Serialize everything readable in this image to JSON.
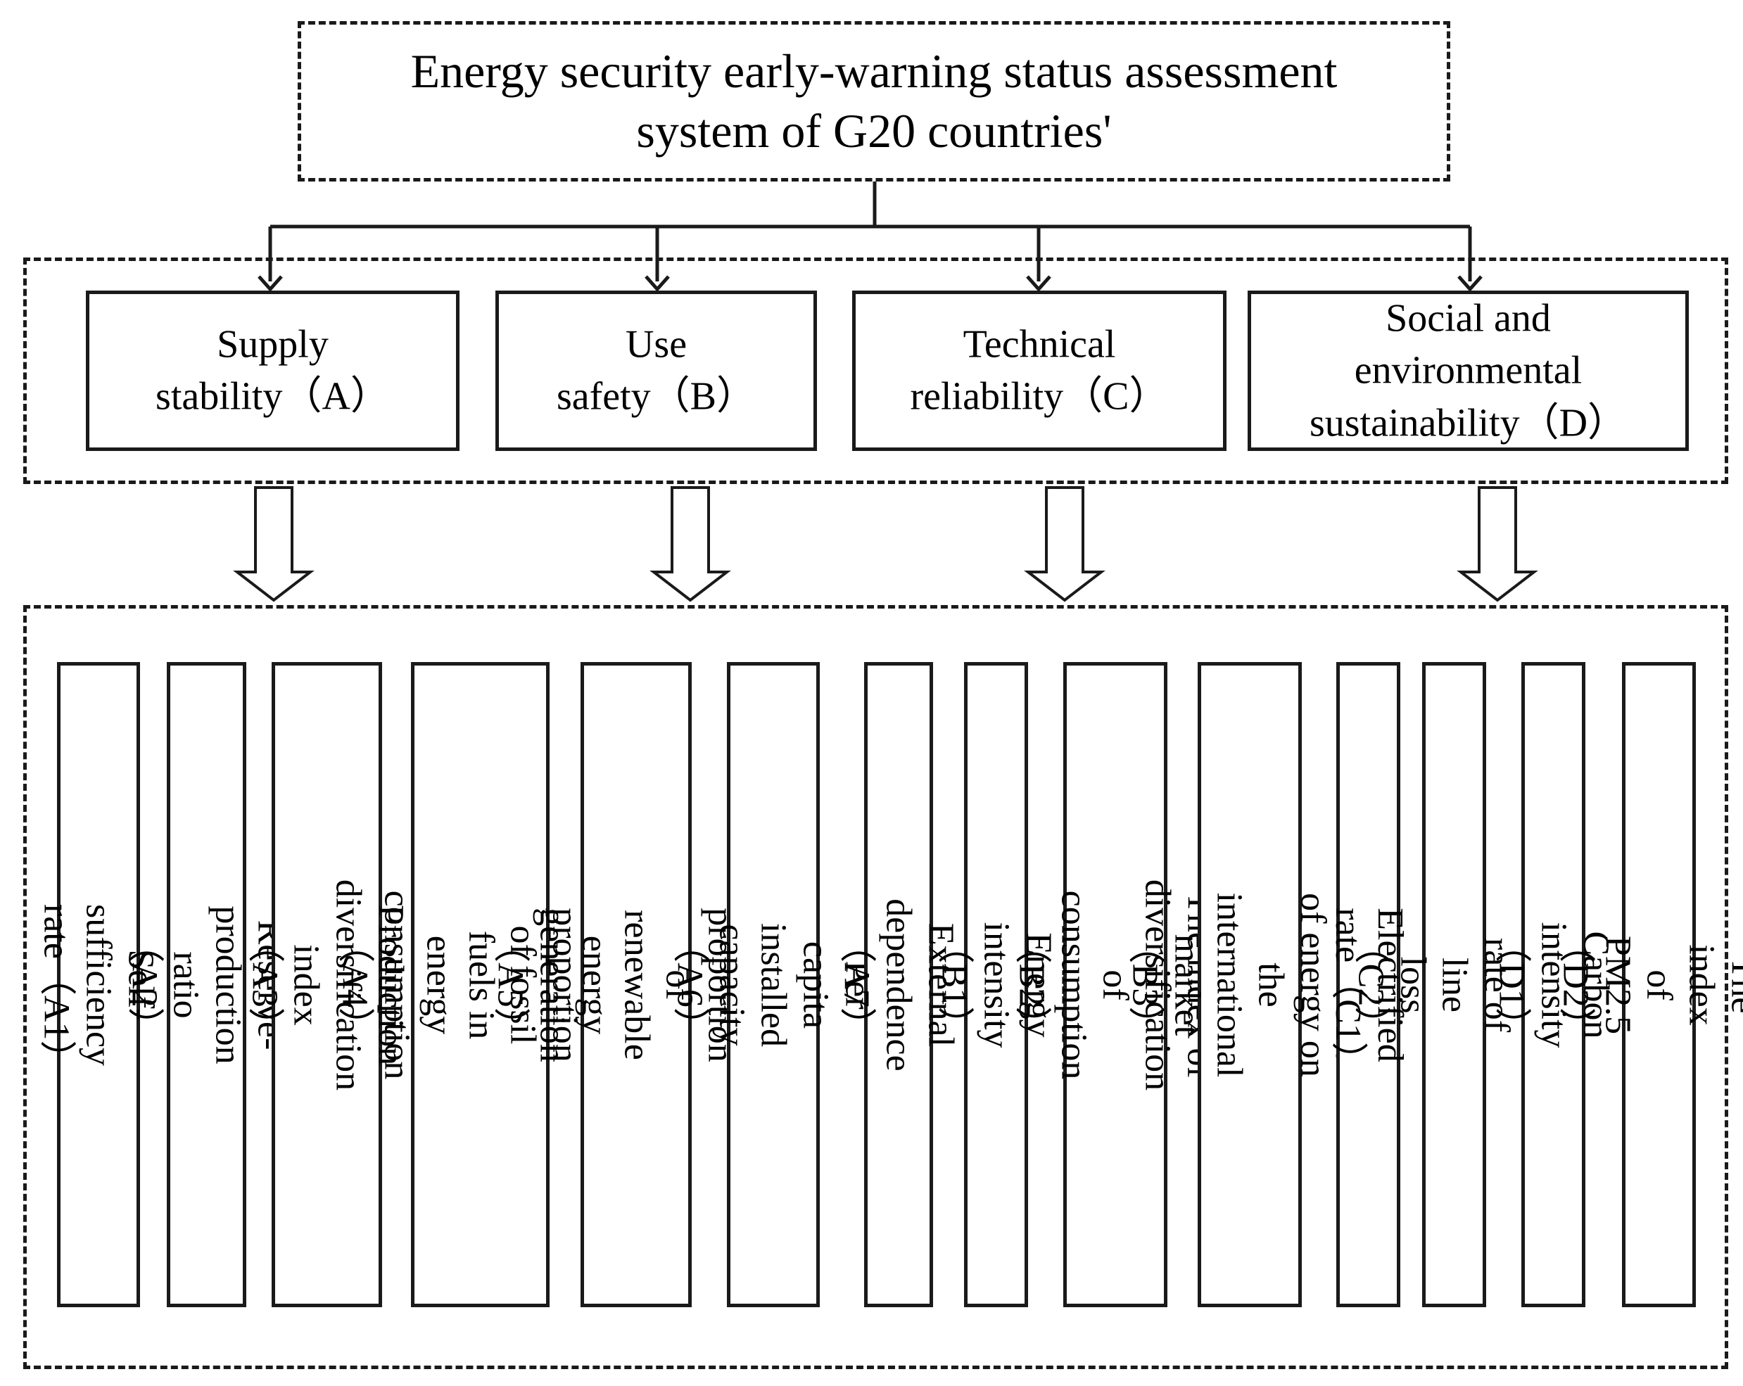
{
  "title": "Energy security early-warning status assessment\nsystem of G20 countries'",
  "categories": [
    {
      "id": "A",
      "label": "Supply\nstability（A）"
    },
    {
      "id": "B",
      "label": "Use\nsafety（B）"
    },
    {
      "id": "C",
      "label": "Technical\nreliability（C）"
    },
    {
      "id": "D",
      "label": "Social and\nenvironmental\nsustainability（D）"
    }
  ],
  "indicators": [
    {
      "id": "A1",
      "label": "Self-sufficiency rate（A1）"
    },
    {
      "id": "A2",
      "label": "Reserve-production ratio（A2）"
    },
    {
      "id": "A3",
      "label": "Production diversification index\n（A3）"
    },
    {
      "id": "A4",
      "label": "The proportion of fossil fuels in\nenergy consumption\n（A4）"
    },
    {
      "id": "A5",
      "label": "The proportion of renewable\nenergy generation（A5）"
    },
    {
      "id": "A6",
      "label": "Per capita installed capacity\n（A6）"
    },
    {
      "id": "A7",
      "label": "External dependence（A7）"
    },
    {
      "id": "B1",
      "label": "Energy intensity（B1）"
    },
    {
      "id": "B2",
      "label": "The index of diversification of\nconsumption（B2）"
    },
    {
      "id": "B3",
      "label": "Availability of energy on the\ninternational market（B3）"
    },
    {
      "id": "C1",
      "label": "Electrified rate（C1）"
    },
    {
      "id": "C2",
      "label": "The rate of line loss（C2）"
    },
    {
      "id": "D1",
      "label": "Carbon intensity（D1）"
    },
    {
      "id": "D2",
      "label": "The index of PM2.5（D2）"
    }
  ]
}
